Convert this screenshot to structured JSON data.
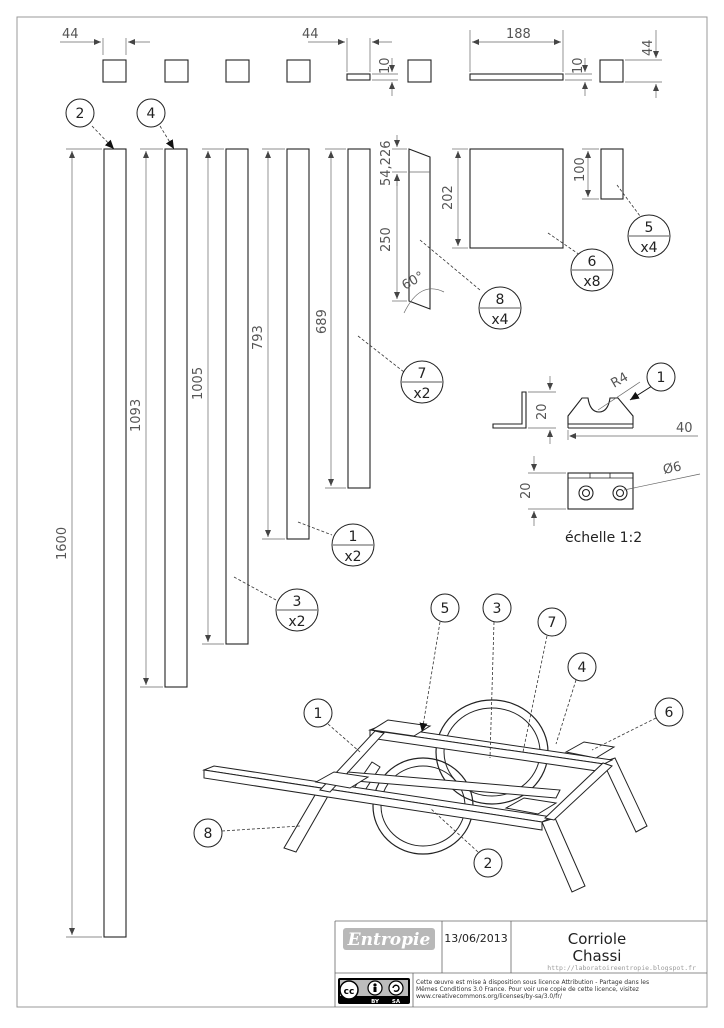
{
  "dimensions": {
    "top_44_a": "44",
    "top_44_b": "44",
    "top_10_a": "10",
    "top_188": "188",
    "top_10_b": "10",
    "top_44_c": "44",
    "len_1600": "1600",
    "len_1093": "1093",
    "len_1005": "1005",
    "len_793": "793",
    "len_689": "689",
    "p8_top": "54,226",
    "p8_250": "250",
    "p8_angle": "60°",
    "p6_202": "202",
    "p5_100": "100",
    "d1_radius": "R4",
    "d1_40": "40",
    "d1_20a": "20",
    "d1_20b": "20",
    "d1_hole": "Ø6",
    "scale": "échelle 1:2"
  },
  "balloons": {
    "b2": "2",
    "b4": "4",
    "b8_num": "8",
    "b8_qty": "x4",
    "b6_num": "6",
    "b6_qty": "x8",
    "b5_num": "5",
    "b5_qty": "x4",
    "b7_num": "7",
    "b7_qty": "x2",
    "b1_num": "1",
    "b1_qty": "x2",
    "b3_num": "3",
    "b3_qty": "x2",
    "b1_detail": "1",
    "iso_5": "5",
    "iso_3": "3",
    "iso_7": "7",
    "iso_4": "4",
    "iso_1": "1",
    "iso_6": "6",
    "iso_8": "8",
    "iso_2": "2"
  },
  "title_block": {
    "logo": "Entropie",
    "date": "13/06/2013",
    "title_line1": "Corriole",
    "title_line2": "Chassi",
    "url": "http://laboratoireentropie.blogspot.fr",
    "license_line1": "Cette œuvre est mise à disposition sous licence Attribution - Partage dans les",
    "license_line2": "Mêmes Conditions 3.0 France. Pour voir une copie de cette licence, visitez",
    "license_line3": "www.creativecommons.org/licenses/by-sa/3.0/fr/",
    "cc_by": "BY",
    "cc_sa": "SA"
  }
}
